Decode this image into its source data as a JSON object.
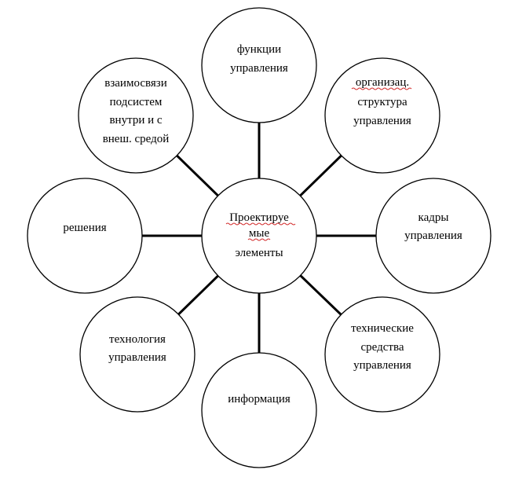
{
  "diagram": {
    "center": {
      "lines": [
        "Проектируе",
        "мые",
        "элементы"
      ]
    },
    "nodes": [
      {
        "id": "functions",
        "lines": [
          "функции",
          "управления"
        ]
      },
      {
        "id": "org-structure",
        "lines": [
          "организац.",
          "структура",
          "управления"
        ]
      },
      {
        "id": "personnel",
        "lines": [
          "кадры",
          "управления"
        ]
      },
      {
        "id": "tech-means",
        "lines": [
          "технические",
          "средства",
          "управления"
        ]
      },
      {
        "id": "information",
        "lines": [
          "информация"
        ]
      },
      {
        "id": "technology",
        "lines": [
          "технология",
          "управления"
        ]
      },
      {
        "id": "decisions",
        "lines": [
          "решения"
        ]
      },
      {
        "id": "interrelations",
        "lines": [
          "взаимосвязи",
          "подсистем",
          "внутри и с",
          "внеш. средой"
        ]
      }
    ]
  }
}
